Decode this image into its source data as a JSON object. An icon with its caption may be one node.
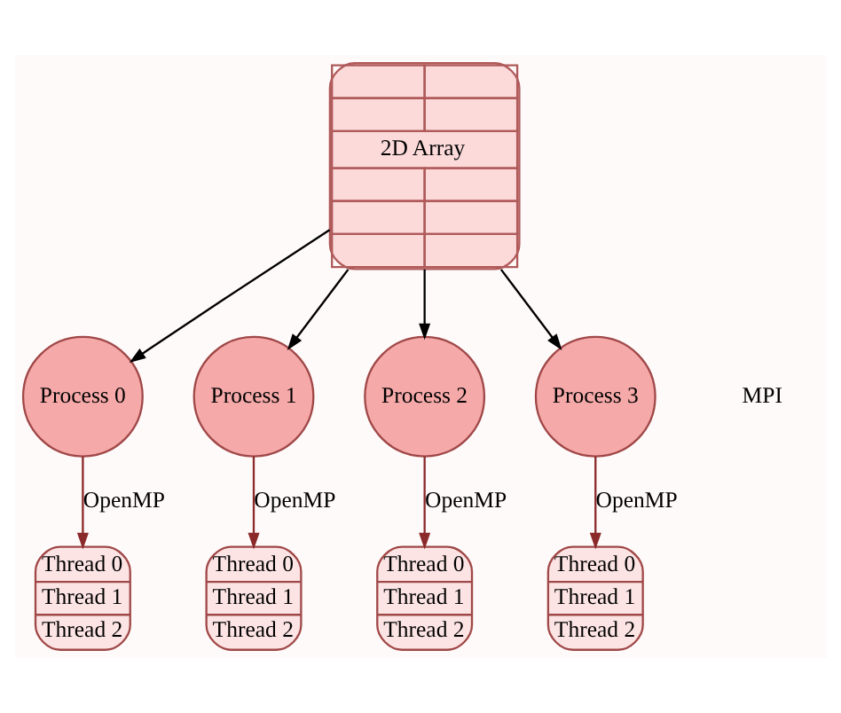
{
  "diagram": {
    "nodes": [
      {
        "text": [
          "2D Array"
        ]
      },
      {
        "text": [
          "Process 0"
        ]
      },
      {
        "text": [
          "Process 1"
        ]
      },
      {
        "text": [
          "Process 2"
        ]
      },
      {
        "text": [
          "Process 3"
        ]
      },
      {
        "text": [
          "Thread 0",
          "Thread 1",
          "Thread 2"
        ]
      },
      {
        "text": [
          "Thread 0",
          "Thread 1",
          "Thread 2"
        ]
      },
      {
        "text": [
          "Thread 0",
          "Thread 1",
          "Thread 2"
        ]
      },
      {
        "text": [
          "Thread 0",
          "Thread 1",
          "Thread 2"
        ]
      }
    ],
    "edges": [
      {
        "from": 0,
        "to": 1,
        "arrow": "to"
      },
      {
        "from": 0,
        "to": 2,
        "arrow": "to"
      },
      {
        "from": 0,
        "to": 3,
        "arrow": "to"
      },
      {
        "from": 0,
        "to": 4,
        "arrow": "to"
      },
      {
        "from": 1,
        "to": 5,
        "arrow": "to",
        "label": "OpenMP",
        "color": "#8b2a2a"
      },
      {
        "from": 2,
        "to": 6,
        "arrow": "to",
        "label": "OpenMP",
        "color": "#8b2a2a"
      },
      {
        "from": 3,
        "to": 7,
        "arrow": "to",
        "label": "OpenMP",
        "color": "#8b2a2a"
      },
      {
        "from": 4,
        "to": 8,
        "arrow": "to",
        "label": "OpenMP",
        "color": "#8b2a2a"
      }
    ],
    "labels": [
      "MPI"
    ]
  }
}
